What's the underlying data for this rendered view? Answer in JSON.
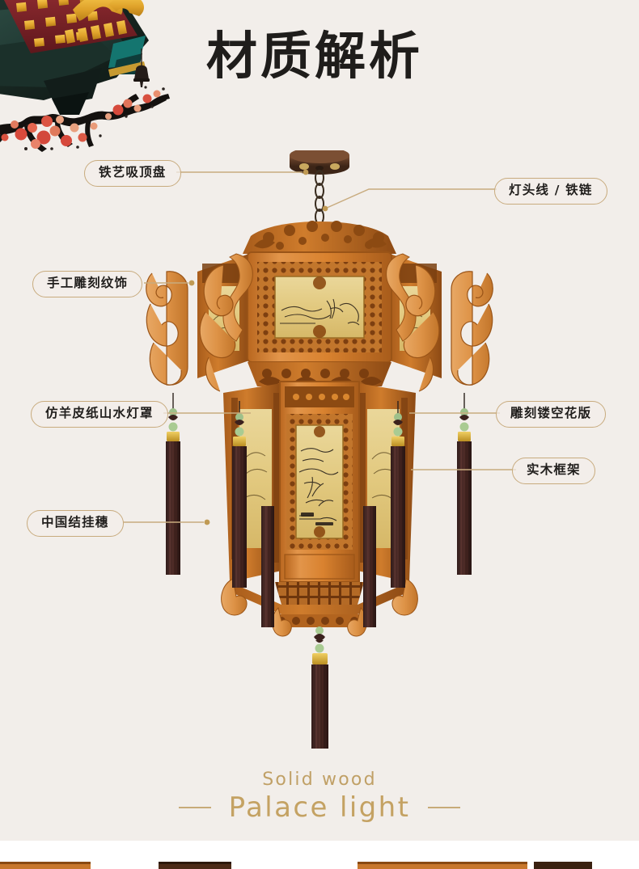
{
  "meta": {
    "background_color": "#f2eeea",
    "accent_gold": "#c8ab7e",
    "text_color": "#201e1c",
    "wood_color": "#c8792c",
    "tassel_color": "#4a2a26"
  },
  "header": {
    "title": "材质解析"
  },
  "decor": {
    "roof_icon": "chinese-roof-eave",
    "bell_icon": "hanging-bell-icon",
    "plum_icon": "plum-blossom-branch"
  },
  "product": {
    "icon": "wooden-palace-lantern",
    "ceiling_plate_icon": "iron-ceiling-plate",
    "chain_icon": "iron-chain"
  },
  "callouts": [
    {
      "id": "ceiling-plate",
      "label": "铁艺吸顶盘",
      "side": "left"
    },
    {
      "id": "carved-pattern",
      "label": "手工雕刻纹饰",
      "side": "left"
    },
    {
      "id": "parchment-shade",
      "label": "仿羊皮纸山水灯罩",
      "side": "left"
    },
    {
      "id": "chinese-tassel",
      "label": "中国结挂穗",
      "side": "left"
    },
    {
      "id": "cord-chain",
      "label": "灯头线 / 铁链",
      "side": "right"
    },
    {
      "id": "openwork-panel",
      "label": "雕刻镂空花版",
      "side": "right"
    },
    {
      "id": "solid-frame",
      "label": "实木框架",
      "side": "right"
    }
  ],
  "brand": {
    "sub": "Solid wood",
    "main": "Palace light",
    "dash_left": "—",
    "dash_right": "—"
  }
}
